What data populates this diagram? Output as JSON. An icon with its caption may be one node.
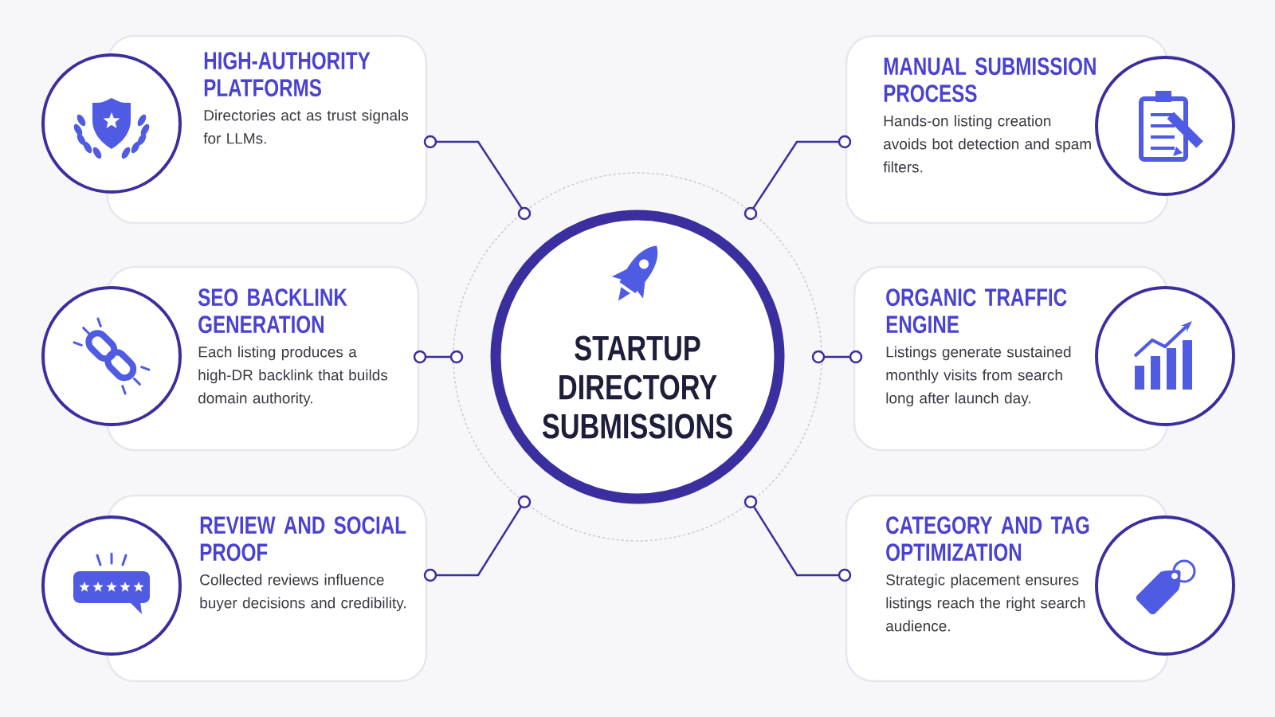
{
  "diagram": {
    "nodes": [
      {
        "text": [
          "STARTUP DIRECTORY SUBMISSIONS"
        ]
      },
      {
        "text": [
          "HIGH-AUTHORITY PLATFORMS",
          "Directories act as trust signals for LLMs."
        ]
      },
      {
        "text": [
          "MANUAL SUBMISSION PROCESS",
          "Hands-on listing creation avoids bot detection and spam filters."
        ]
      },
      {
        "text": [
          "SEO BACKLINK GENERATION",
          "Each listing produces a high-DR backlink that builds domain authority."
        ]
      },
      {
        "text": [
          "ORGANIC TRAFFIC ENGINE",
          "Listings generate sustained monthly visits from search long after launch day."
        ]
      },
      {
        "text": [
          "REVIEW AND SOCIAL PROOF",
          "Collected reviews influence buyer decisions and credibility."
        ]
      },
      {
        "text": [
          "CATEGORY AND TAG OPTIMIZATION",
          "Strategic placement ensures listings reach the right search audience."
        ]
      }
    ],
    "edges": [
      {
        "from": 0,
        "to": 1,
        "arrow": "other"
      },
      {
        "from": 0,
        "to": 2,
        "arrow": "other"
      },
      {
        "from": 0,
        "to": 3,
        "arrow": "other"
      },
      {
        "from": 0,
        "to": 4,
        "arrow": "other"
      },
      {
        "from": 0,
        "to": 5,
        "arrow": "other"
      },
      {
        "from": 0,
        "to": 6,
        "arrow": "other"
      }
    ]
  }
}
